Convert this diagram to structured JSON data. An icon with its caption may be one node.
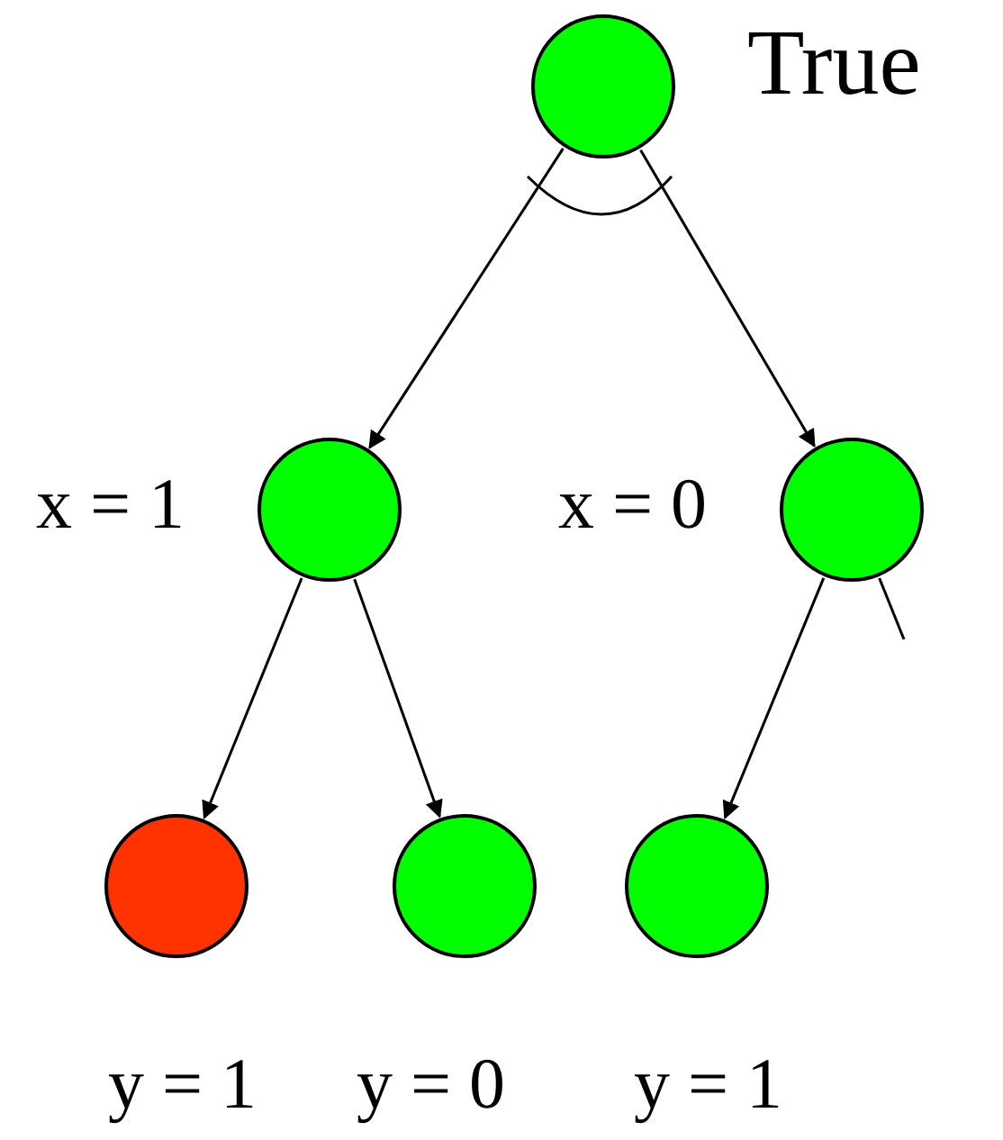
{
  "diagram": {
    "nodes": [
      {
        "text": [],
        "shape": "circle",
        "beside": [
          "True"
        ]
      },
      {
        "text": [],
        "shape": "circle",
        "beside": [
          "x = 1"
        ]
      },
      {
        "text": [],
        "shape": "circle",
        "beside": [
          "x = 0"
        ]
      },
      {
        "text": [],
        "shape": "circle",
        "beside": [
          "y = 1"
        ]
      },
      {
        "text": [],
        "shape": "circle",
        "beside": [
          "y = 0"
        ]
      },
      {
        "text": [],
        "shape": "circle",
        "beside": [
          "y = 1"
        ]
      }
    ],
    "edges": [
      {
        "from": 0,
        "to": 1,
        "arrow": "to"
      },
      {
        "from": 0,
        "to": 2,
        "arrow": "to"
      },
      {
        "from": 1,
        "to": 3,
        "arrow": "to"
      },
      {
        "from": 1,
        "to": 4,
        "arrow": "to"
      },
      {
        "from": 2,
        "to": 5,
        "arrow": "to"
      },
      {
        "from": 2,
        "to": null,
        "arrow": "none"
      }
    ]
  }
}
